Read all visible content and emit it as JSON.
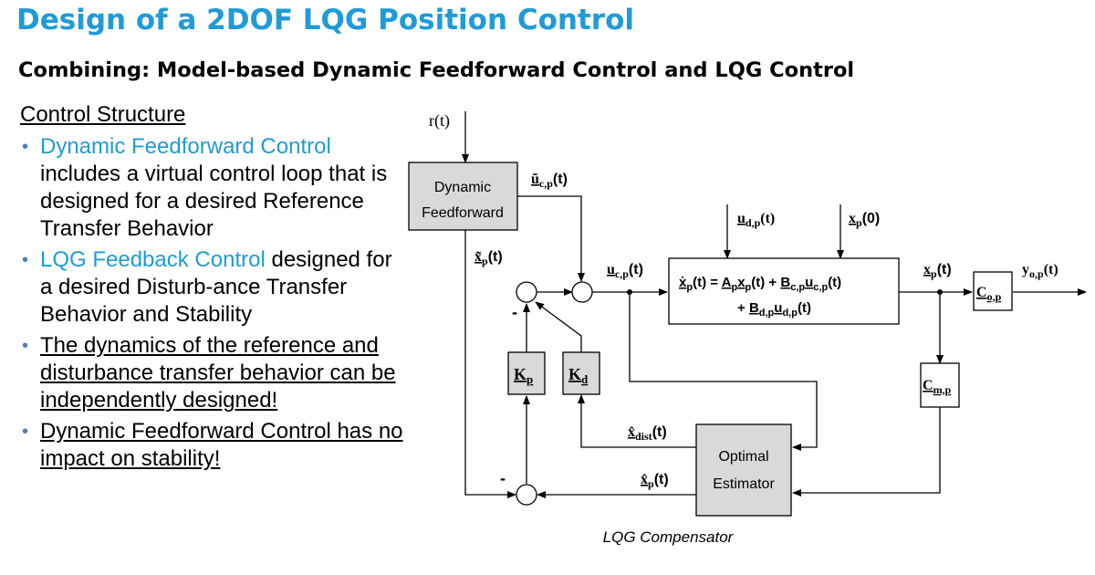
{
  "title": "Design of a 2DOF LQG Position Control",
  "subtitle": "Combining: Model-based Dynamic Feedforward Control and LQG Control",
  "left": {
    "heading": "Control Structure",
    "bullets": [
      {
        "head": "Dynamic Feedforward Control",
        "body": "includes a virtual control loop that is designed for a desired Reference Transfer Behavior"
      },
      {
        "head": "LQG Feedback Control",
        "body": "designed for a desired Disturb-ance Transfer Behavior and Stability"
      },
      {
        "text": "The dynamics of the reference and disturbance transfer behavior can be independently designed!"
      },
      {
        "text": "Dynamic Feedforward Control has no impact on stability!"
      }
    ]
  },
  "diagram": {
    "blocks": {
      "feedforward_line1": "Dynamic",
      "feedforward_line2": "Feedforward",
      "estimator_line1": "Optimal",
      "estimator_line2": "Estimator",
      "kp": "K",
      "kp_sub": "p",
      "kd": "K",
      "kd_sub": "d",
      "cmp": "C",
      "cmp_sub": "m,p",
      "cop": "C",
      "cop_sub": "o,p"
    },
    "plant": {
      "eq1": {
        "a": "ẋ",
        "b": "p",
        "c": "(t) = ",
        "d": "A",
        "e": "p",
        "f": "x",
        "g": "p",
        "h": "(t) + ",
        "i": "B",
        "j": "c,p",
        "k": "u",
        "l": "c,p",
        "m": "(t)"
      },
      "eq2": {
        "a": "+ ",
        "b": "B",
        "c": "d,p",
        "d": "u",
        "e": "d,p",
        "f": "(t)"
      }
    },
    "signals": {
      "r": "r(t)",
      "uc_tilde": "ũ",
      "uc_tilde_sub": "c,p",
      "uc_tilde_t": "(t)",
      "x_tilde": "x̃",
      "x_tilde_sub": "p",
      "x_tilde_t": "(t)",
      "ucp": "u",
      "ucp_sub": "c,p",
      "ucp_t": "(t)",
      "udp": "u",
      "udp_sub": "d,p",
      "udp_t": "(t)",
      "xp0": "x",
      "xp0_sub": "p",
      "xp0_t": "(0)",
      "xp": "x",
      "xp_sub": "p",
      "xp_t": "(t)",
      "yop": "y",
      "yop_sub": "o,p",
      "yop_t": "(t)",
      "xdist": "x̂",
      "xdist_sub": "dist",
      "xdist_t": "(t)",
      "xhat": "x̂",
      "xhat_sub": "p",
      "xhat_t": "(t)",
      "minus1": "-",
      "minus2": "-"
    },
    "caption": "LQG Compensator"
  }
}
